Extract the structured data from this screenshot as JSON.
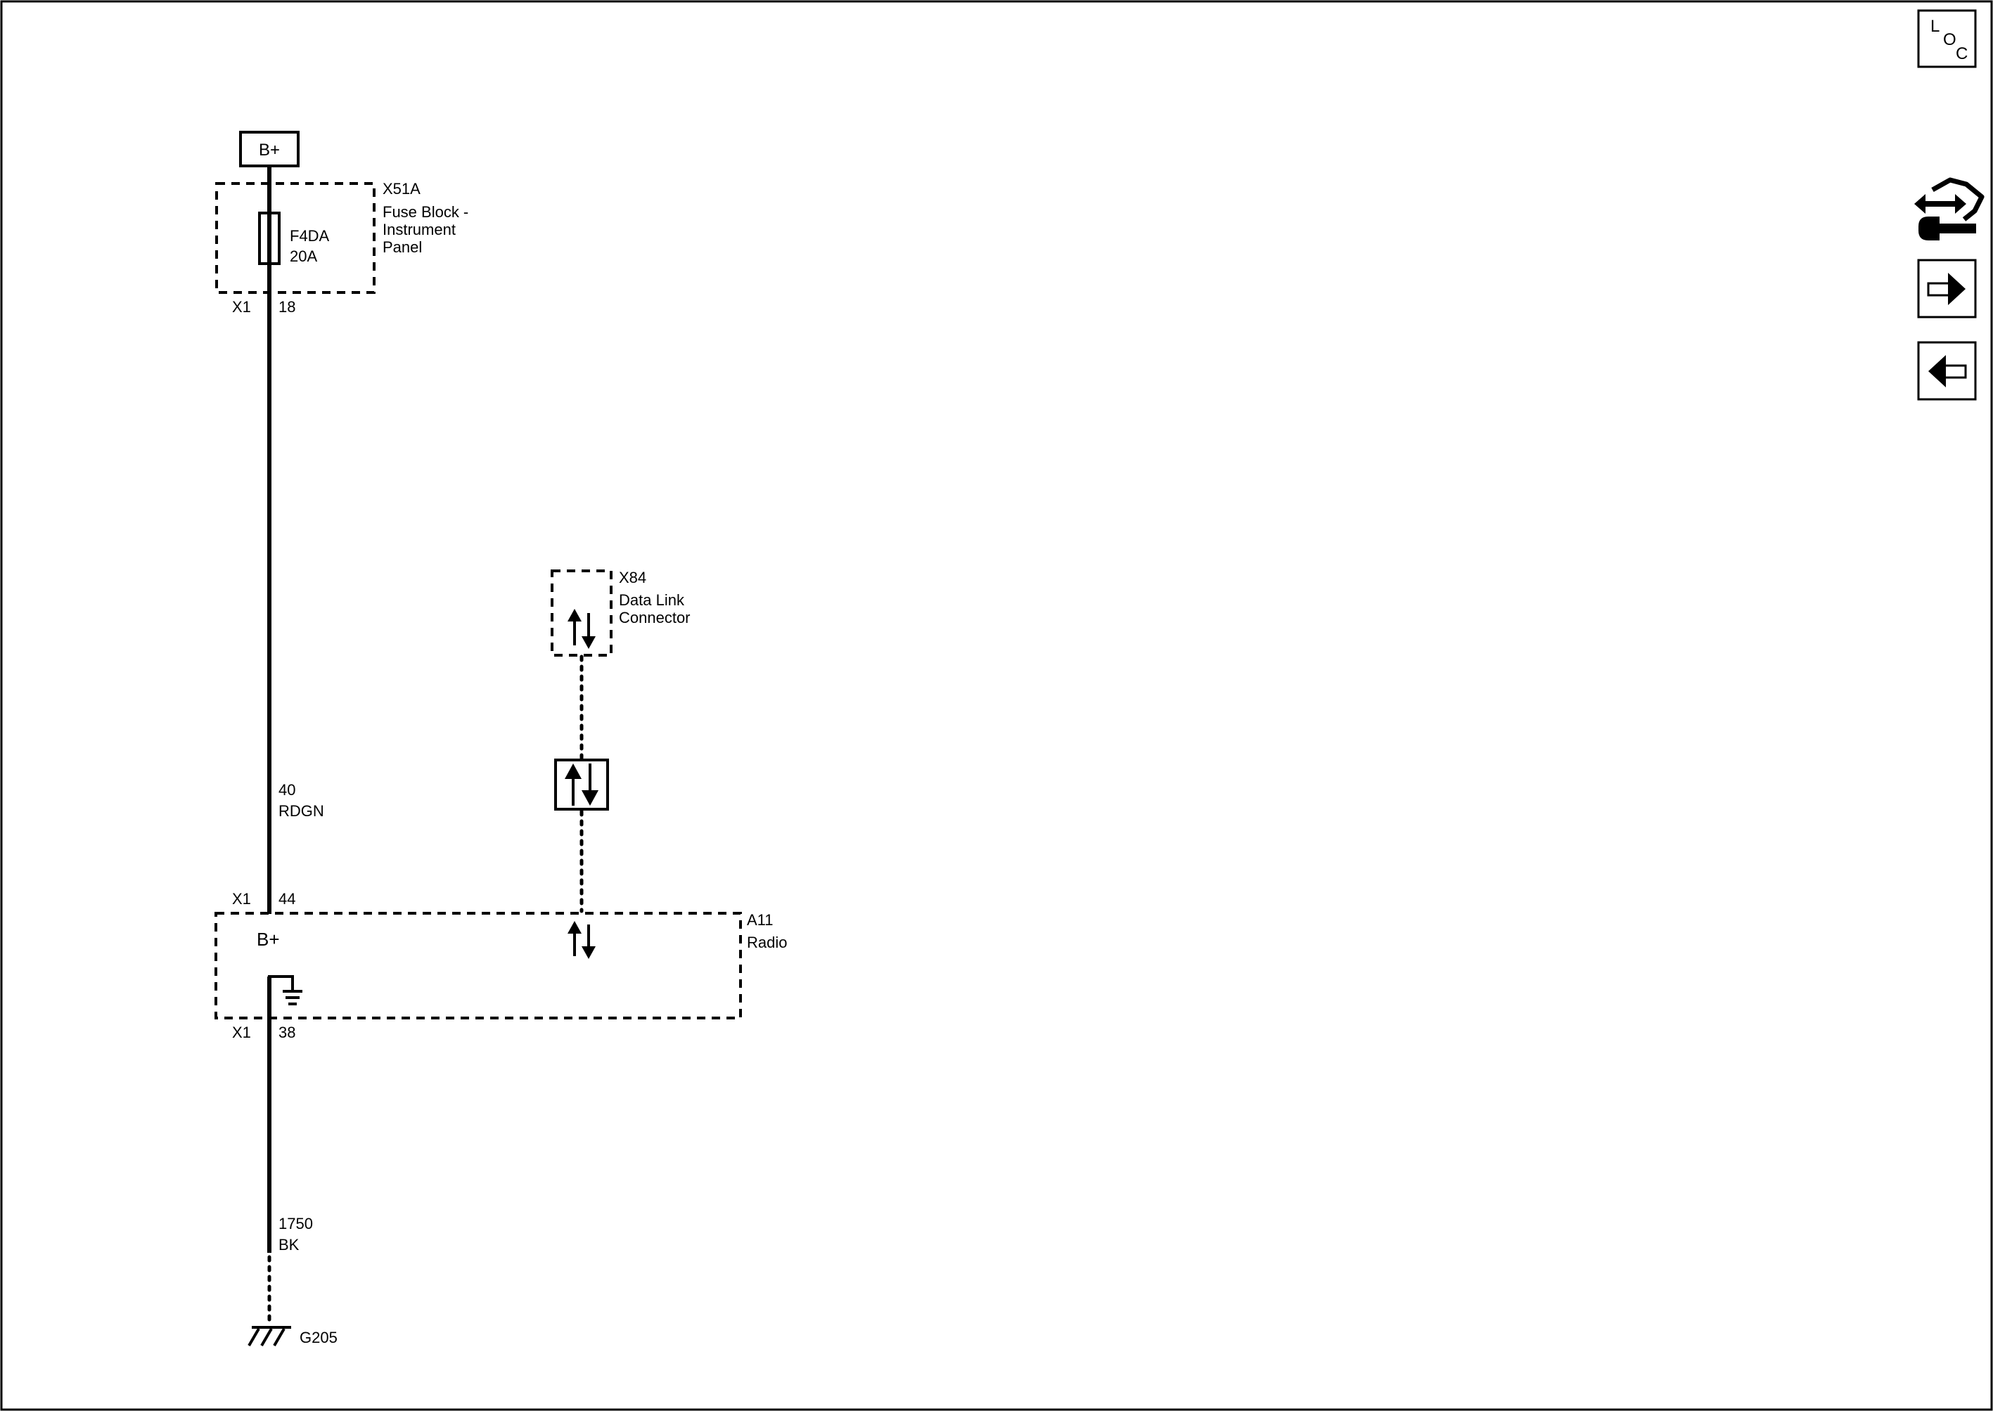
{
  "power_source": {
    "label": "B+"
  },
  "fuse_block": {
    "ref": "X51A",
    "name_lines": [
      "Fuse Block -",
      "Instrument",
      "Panel"
    ],
    "fuse": {
      "id": "F4DA",
      "rating": "20A"
    },
    "connector": "X1",
    "pin": "18"
  },
  "power_wire": {
    "circuit": "40",
    "color": "RDGN"
  },
  "dlc": {
    "ref": "X84",
    "name_lines": [
      "Data Link",
      "Connector"
    ]
  },
  "radio": {
    "ref": "A11",
    "name": "Radio",
    "power_label": "B+",
    "power_connector": "X1",
    "power_pin": "44",
    "ground_connector": "X1",
    "ground_pin": "38"
  },
  "ground_wire": {
    "circuit": "1750",
    "color": "BK"
  },
  "ground": {
    "ref": "G205"
  },
  "nav": {
    "loc_letters": [
      "L",
      "O",
      "C"
    ]
  }
}
